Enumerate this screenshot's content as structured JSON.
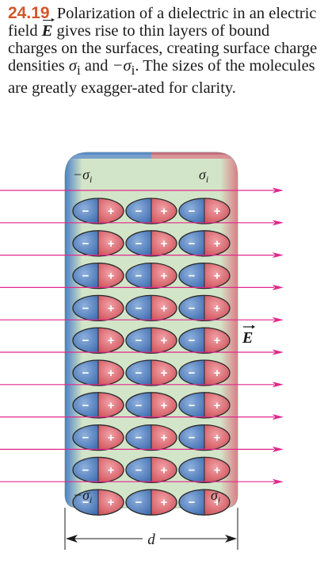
{
  "caption": {
    "figure_number": "24.19",
    "text_1": "Polarization of a dielectric in an electric field ",
    "field_symbol": "E",
    "text_2": " gives rise to thin layers of bound charges on the surfaces, creating surface charge densities ",
    "sigma_pos": "σ",
    "sigma_pos_sub": "i",
    "text_3": " and ",
    "sigma_neg": "−σ",
    "sigma_neg_sub": "i",
    "text_4": ". The sizes of the molecules are greatly exagger-ated for clarity."
  },
  "diagram": {
    "labels": {
      "top_left": "−σ",
      "top_right": "σ",
      "bottom_left": "−σ",
      "bottom_right": "σ",
      "subscript": "i",
      "field": "E",
      "width": "d"
    },
    "molecule": {
      "rows": 10,
      "columns": 3,
      "minus_sign": "−",
      "plus_sign": "+"
    },
    "field_lines": 10,
    "colors": {
      "slab_fill": "#d3e5c8",
      "negative_surface": "#4a80c4",
      "positive_surface": "#d97f86",
      "molecule_negative": "#4b78b8",
      "molecule_positive": "#d65a63",
      "field_line": "#e0298c"
    }
  }
}
